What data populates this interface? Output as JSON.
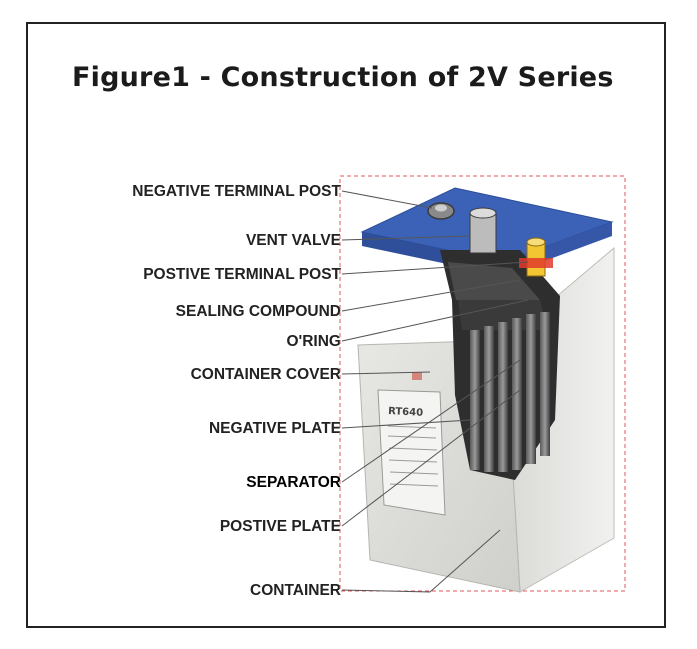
{
  "title": "Figure1 - Construction of 2V Series",
  "labels": [
    "NEGATIVE TERMINAL POST",
    "VENT VALVE",
    "POSTIVE TERMINAL POST",
    "SEALING COMPOUND",
    "O'RING",
    "CONTAINER COVER",
    "NEGATIVE PLATE",
    "SEPARATOR",
    "POSTIVE PLATE",
    "CONTAINER"
  ],
  "battery_label": {
    "model": "RT640"
  },
  "colors": {
    "cover_blue": "#3c62b8",
    "dashed_box": "#e05a5a",
    "terminal_red": "#e03a2a",
    "terminal_yellow": "#f2c632"
  }
}
